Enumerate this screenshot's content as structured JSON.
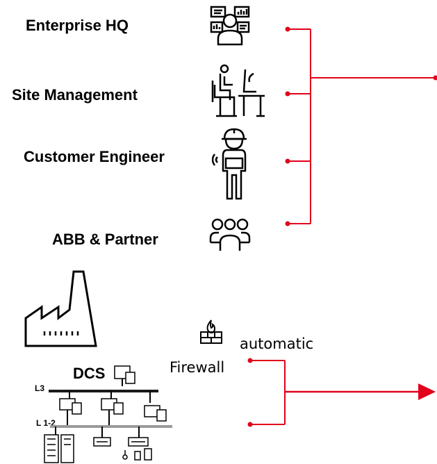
{
  "roles": [
    {
      "label": "Enterprise HQ",
      "icon": "operator-dashboard-icon"
    },
    {
      "label": "Site Management",
      "icon": "office-workstation-icon"
    },
    {
      "label": "Customer Engineer",
      "icon": "field-engineer-icon"
    },
    {
      "label": "ABB & Partner",
      "icon": "team-group-icon"
    }
  ],
  "plant": {
    "dcs_label": "DCS",
    "level_top": "L3",
    "level_bottom": "L 1-2",
    "firewall_label": "Firewall",
    "firewall_mode": "automatic"
  },
  "colors": {
    "connector": "#e2001a",
    "network_line": "#1a1a1a",
    "lower_network_line": "#9a9a9a"
  }
}
